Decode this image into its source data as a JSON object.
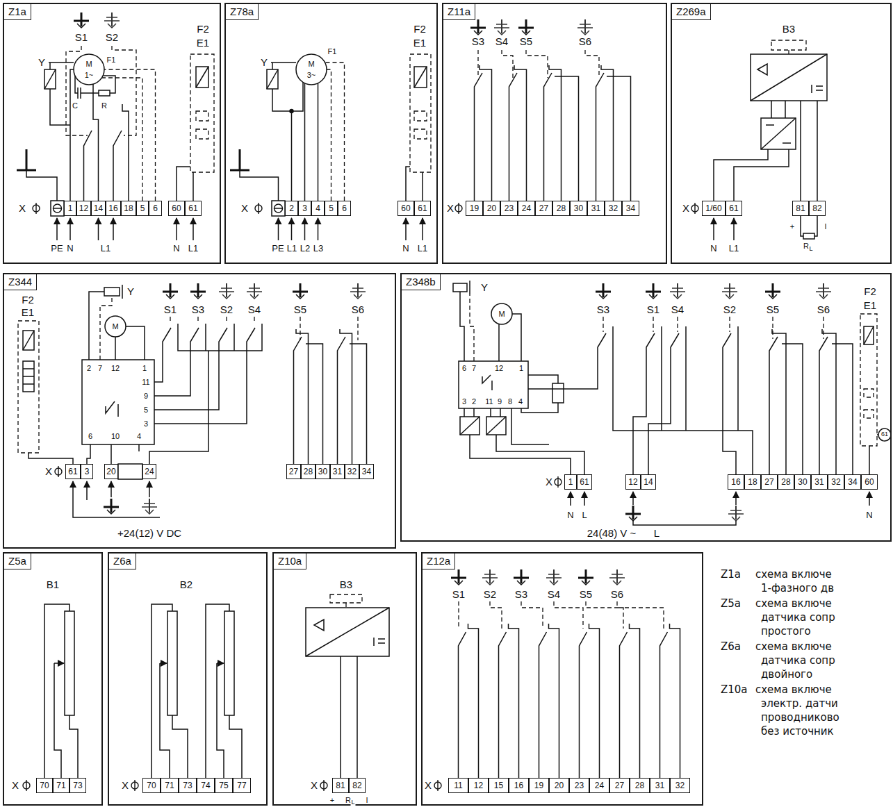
{
  "diagram": {
    "nodes": [
      {
        "text": [
          "Z1a"
        ]
      },
      {
        "text": [
          "Z78a"
        ]
      },
      {
        "text": [
          "Z11a"
        ]
      },
      {
        "text": [
          "Z269a"
        ]
      },
      {
        "text": [
          "Z344"
        ]
      },
      {
        "text": [
          "Z348b"
        ]
      },
      {
        "text": [
          "Z5a"
        ]
      },
      {
        "text": [
          "Z6a"
        ]
      },
      {
        "text": [
          "Z10a"
        ]
      },
      {
        "text": [
          "Z12a"
        ]
      }
    ],
    "labels": [
      "S1",
      "S2",
      "F2",
      "E1",
      "Y",
      "M",
      "1~",
      "F1",
      "C",
      "R",
      "X",
      "1",
      "12",
      "14",
      "16",
      "18",
      "5",
      "6",
      "60",
      "61",
      "PE",
      "N",
      "L1",
      "N",
      "L1",
      "F2",
      "E1",
      "Y",
      "M",
      "3~",
      "F1",
      "X",
      "2",
      "3",
      "4",
      "5",
      "6",
      "60",
      "61",
      "PE",
      "L1",
      "L2",
      "L3",
      "N",
      "L1",
      "S3",
      "S4",
      "S5",
      "S6",
      "X",
      "19",
      "20",
      "23",
      "24",
      "27",
      "28",
      "30",
      "31",
      "32",
      "34",
      "B3",
      "X",
      "1/60",
      "61",
      "81",
      "82",
      "N",
      "L1",
      "+",
      "I",
      "R",
      "L",
      "F2",
      "E1",
      "Y",
      "M",
      "S1",
      "S3",
      "S2",
      "S4",
      "S5",
      "S6",
      "2",
      "7",
      "12",
      "1",
      "11",
      "9",
      "5",
      "3",
      "6",
      "10",
      "4",
      "X",
      "61",
      "3",
      "20",
      "24",
      "27",
      "28",
      "30",
      "31",
      "32",
      "34",
      "+24(12) V DC",
      "Y",
      "M",
      "6",
      "7",
      "12",
      "1",
      "3",
      "2",
      "11",
      "9",
      "8",
      "4",
      "S3",
      "S1",
      "S4",
      "S2",
      "S5",
      "S6",
      "F2",
      "E1",
      "61",
      "X",
      "1",
      "61",
      "12",
      "14",
      "16",
      "18",
      "27",
      "28",
      "30",
      "31",
      "32",
      "34",
      "60",
      "N",
      "L",
      "N",
      "24(48) V ~",
      "L",
      "B1",
      "X",
      "70",
      "71",
      "73",
      "B2",
      "X",
      "70",
      "71",
      "73",
      "74",
      "75",
      "77",
      "B3",
      "X",
      "81",
      "82",
      "+",
      "I",
      "R",
      "L",
      "S1",
      "S2",
      "S3",
      "S4",
      "S5",
      "S6",
      "X",
      "11",
      "12",
      "15",
      "16",
      "19",
      "20",
      "23",
      "24",
      "27",
      "28",
      "31",
      "32",
      "Z1a",
      "схема включе",
      "1-фазного дв",
      "Z5a",
      "схема включе",
      "датчика сопр",
      "простого",
      "Z6a",
      "схема включе",
      "датчика сопр",
      "двойного",
      "Z10a",
      "схема включе",
      "электр. датчи",
      "проводниково",
      "без источник"
    ]
  }
}
